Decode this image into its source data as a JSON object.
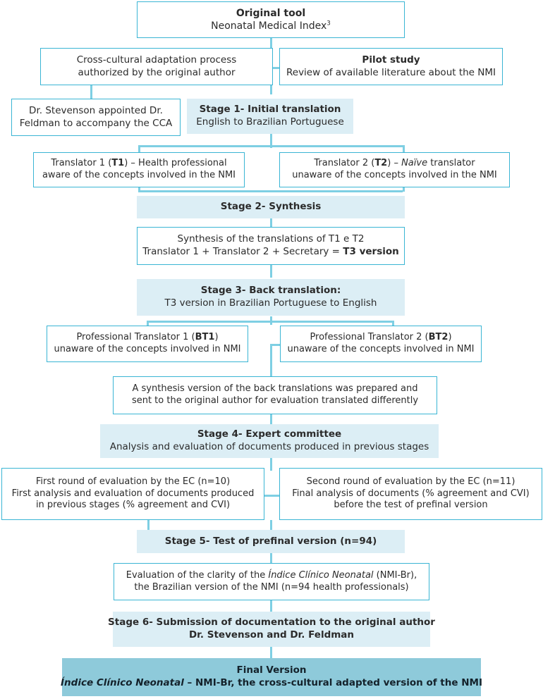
{
  "diagram": {
    "title": "Cross-cultural adaptation process flowchart of the Neonatal Medical Index",
    "colors": {
      "line": "#7ecfe3",
      "box_border": "#3ab5d4",
      "stage_fill": "#dceef5",
      "final_fill": "#8ecada",
      "text": "#2b2b2b"
    }
  },
  "nodes": {
    "original_tool": {
      "line1": "Original tool",
      "line2_pre": "Neonatal Medical Index",
      "line2_sup": "3"
    },
    "cross_cultural": {
      "line1": "Cross-cultural adaptation process",
      "line2": "authorized by the original author"
    },
    "pilot_study": {
      "line1": "Pilot study",
      "line2": "Review of available literature about the NMI"
    },
    "stevenson": {
      "line1": "Dr. Stevenson appointed Dr.",
      "line2": "Feldman to accompany the CCA"
    },
    "stage1": {
      "line1": "Stage 1- Initial translation",
      "line2": "English to Brazilian Portuguese"
    },
    "translator1": {
      "l1_a": "Translator 1 (",
      "l1_b": "T1",
      "l1_c": ") – Health professional",
      "line2": "aware of the concepts involved in the NMI"
    },
    "translator2": {
      "l1_a": "Translator 2 (",
      "l1_b": "T2",
      "l1_c": ") – ",
      "l1_d": "Naïve",
      "l1_e": " translator",
      "line2": "unaware of the concepts involved in the NMI"
    },
    "stage2": {
      "line1": "Stage 2- Synthesis"
    },
    "synthesis": {
      "line1": "Synthesis of the translations of T1 e T2",
      "l2_a": "Translator 1 + Translator 2 + Secretary = ",
      "l2_b": "T3 version"
    },
    "stage3": {
      "line1": "Stage 3- Back translation:",
      "line2": "T3 version in Brazilian Portuguese to English"
    },
    "back_translator1": {
      "l1_a": "Professional Translator 1 (",
      "l1_b": "BT1",
      "l1_c": ")",
      "line2": "unaware of the concepts involved in NMI"
    },
    "back_translator2": {
      "l1_a": "Professional Translator 2 (",
      "l1_b": "BT2",
      "l1_c": ")",
      "line2": "unaware of the concepts involved in NMI"
    },
    "back_synthesis": {
      "line1": "A synthesis version of the back translations was prepared and",
      "line2": "sent to the original author for evaluation translated differently"
    },
    "stage4": {
      "line1": "Stage 4- Expert committee",
      "line2": "Analysis and evaluation of documents produced in previous stages"
    },
    "ec_round1": {
      "line1": "First round of evaluation by the EC (n=10)",
      "line2": "First analysis and evaluation of documents produced",
      "line3": "in previous stages (% agreement and CVI)"
    },
    "ec_round2": {
      "line1": "Second round of evaluation by the EC (n=11)",
      "line2": "Final analysis of documents (% agreement and CVI)",
      "line3": "before the test of prefinal version"
    },
    "stage5": {
      "line1": "Stage 5- Test of prefinal version (n=94)"
    },
    "clarity_eval": {
      "l1_a": "Evaluation of the clarity of the ",
      "l1_b": "Índice Clínico Neonatal",
      "l1_c": " (NMI-Br),",
      "line2": "the Brazilian version of the NMI (n=94 health professionals)"
    },
    "stage6": {
      "line1": "Stage 6- Submission of documentation to the original author",
      "line2": "Dr. Stevenson and Dr. Feldman"
    },
    "final_version": {
      "line1": "Final Version",
      "l2_a": "Índice Clínico Neonatal",
      "l2_b": " – NMI-Br, the cross-cultural adapted version of the NMI"
    }
  }
}
